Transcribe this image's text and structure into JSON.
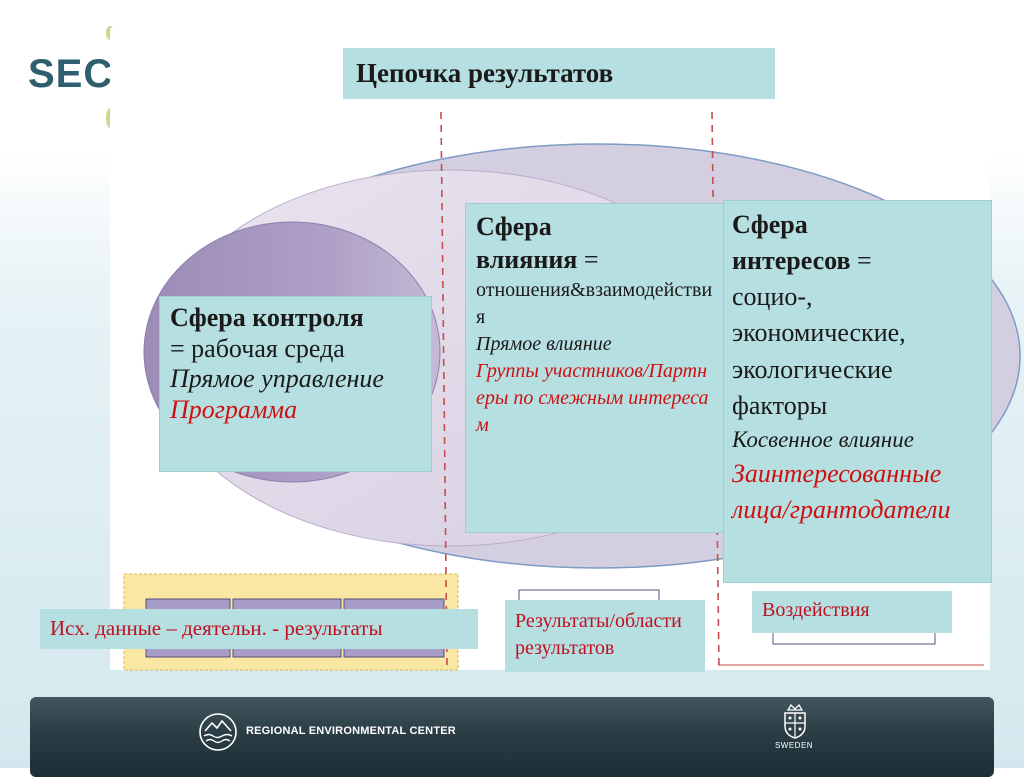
{
  "logo": {
    "text": "SEC"
  },
  "title": "Цепочка результатов",
  "spheres": {
    "control": {
      "heading": "Сфера контроля",
      "definition": "= рабочая среда",
      "mode": "Прямое управление",
      "actor": "Программа"
    },
    "influence": {
      "heading_line1": "Сфера",
      "heading_line2": "влияния",
      "equals": " =",
      "definition": "отношения&взаимодействия",
      "mode": "Прямое влияние",
      "actor": "Группы участников/Партнеры по смежным интересам"
    },
    "interests": {
      "heading_line1": "Сфера",
      "heading_line2": "интересов",
      "equals": " =",
      "definition": "социо-, экономические, экологические факторы",
      "mode": "Косвенное влияние",
      "actor": "Заинтересованные лица/грантодатели"
    }
  },
  "chain_labels": {
    "inputs_activities_outputs": "Исх. данные –  деятельн.  -   результаты",
    "outcomes": "Результаты/области результатов",
    "impact": "Воздействия"
  },
  "footer": {
    "organization": "REGIONAL ENVIRONMENTAL CENTER",
    "country": "SWEDEN"
  },
  "colors": {
    "label_fill": "#b6dfe2",
    "accent_red": "#d01010",
    "outer_ellipse": "#ddd6e6",
    "inner_ellipse": "#a594bd",
    "dashed_divider": "#c94b4b",
    "output_tray": "#fbe7a4",
    "footer_bar": "#2a3d45"
  },
  "icons": {
    "org_logo": "rec-mountain-waves-icon",
    "country_emblem": "swedish-crown-emblem-icon"
  }
}
